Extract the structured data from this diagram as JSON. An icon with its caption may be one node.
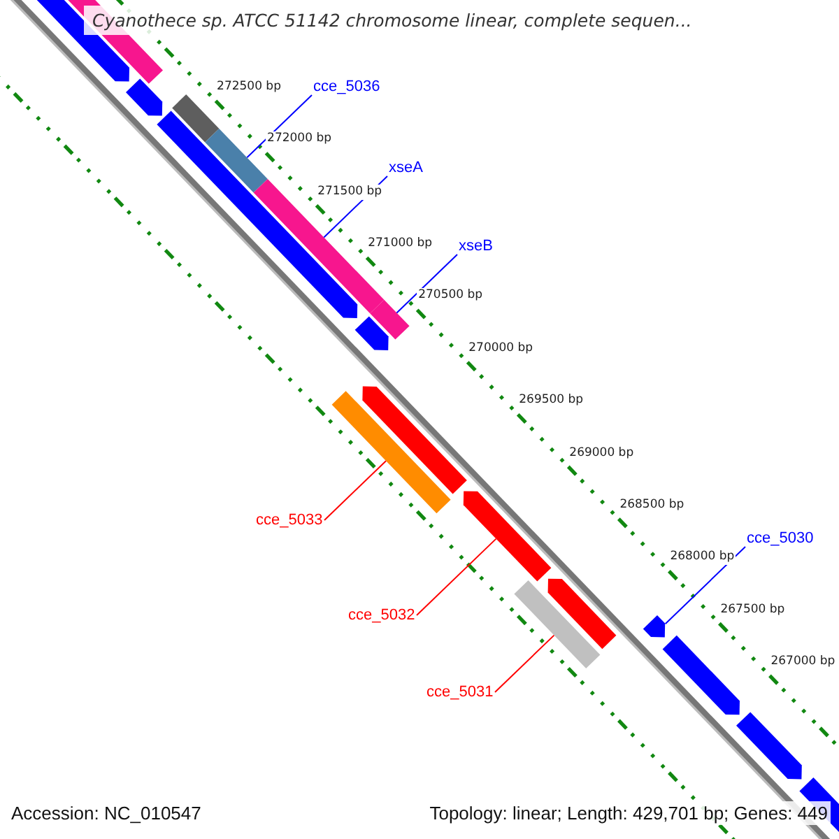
{
  "diagram": {
    "title": "Cyanothece sp. ATCC 51142 chromosome linear, complete sequen...",
    "nodes": [
      {
        "text": [
          "cce_5036"
        ]
      },
      {
        "text": [],
        "shape": "bar"
      },
      {
        "text": [
          "xseA"
        ]
      },
      {
        "text": [],
        "shape": "bar"
      },
      {
        "text": [
          "xseB"
        ]
      },
      {
        "text": [],
        "shape": "bar"
      },
      {
        "text": [
          "cce_5033"
        ]
      },
      {
        "text": [],
        "shape": "bar"
      },
      {
        "text": [
          "cce_5030"
        ]
      },
      {
        "text": [],
        "shape": "arrow"
      },
      {
        "text": [
          "cce_5032"
        ]
      },
      {
        "text": [],
        "shape": "arrow"
      },
      {
        "text": [
          "cce_5031"
        ]
      },
      {
        "text": [],
        "shape": "bar"
      },
      {
        "text": [],
        "shape": "arrow"
      }
    ],
    "edges": [
      {
        "from": 0,
        "to": 1,
        "arrow": "none"
      },
      {
        "from": 2,
        "to": 3,
        "arrow": "none"
      },
      {
        "from": 4,
        "to": 5,
        "arrow": "none"
      },
      {
        "from": 6,
        "to": 7,
        "arrow": "none",
        "color": "#ff0000"
      },
      {
        "from": 8,
        "to": 9,
        "arrow": "none"
      },
      {
        "from": 10,
        "to": 11,
        "arrow": "none",
        "color": "#ff0000"
      },
      {
        "from": 12,
        "to": 13,
        "arrow": "none",
        "color": "#ff0000"
      }
    ],
    "labels": [
      "272500 bp",
      "272000 bp",
      "271500 bp",
      "271000 bp",
      "270500 bp",
      "270000 bp",
      "269500 bp",
      "269000 bp",
      "268500 bp",
      "268000 bp",
      "267500 bp",
      "267000 bp",
      "Accession: NC_010547",
      "Topology: linear; Length: 429,701 bp; Genes: 449"
    ]
  }
}
